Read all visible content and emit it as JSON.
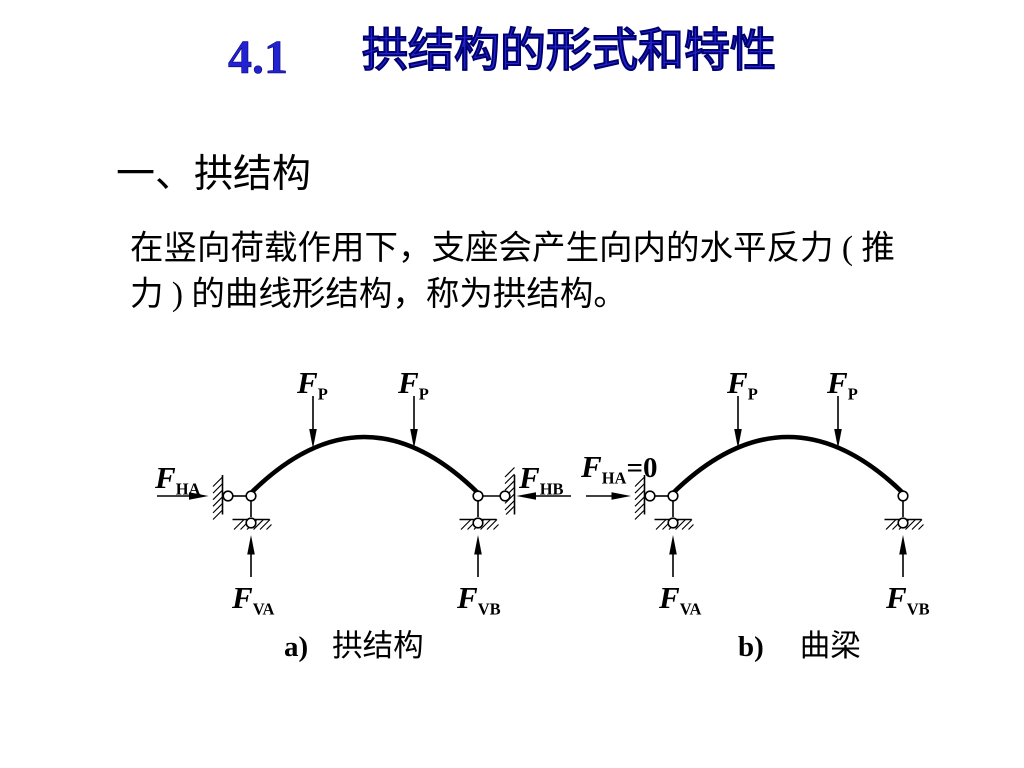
{
  "title": {
    "number": "4.1",
    "text": "拱结构的形式和特性"
  },
  "heading": "一、拱结构",
  "body": {
    "line1": "在竖向荷载作用下，支座会产生向内的水平反力 ( 推",
    "line2": "力 ) 的曲线形结构，称为拱结构。"
  },
  "figure": {
    "a": {
      "caption_letter": "a)",
      "caption_text": "拱结构",
      "labels": {
        "fp_left": {
          "main": "F",
          "sub": "P"
        },
        "fp_right": {
          "main": "F",
          "sub": "P"
        },
        "fha": {
          "main": "F",
          "sub": "HA"
        },
        "fhb": {
          "main": "F",
          "sub": "HB"
        },
        "fva": {
          "main": "F",
          "sub": "VA"
        },
        "fvb": {
          "main": "F",
          "sub": "VB"
        }
      }
    },
    "b": {
      "caption_letter": "b)",
      "caption_text": "曲梁",
      "labels": {
        "fha": {
          "main": "F",
          "sub": "HA",
          "suffix": "=0"
        },
        "fp_left": {
          "main": "F",
          "sub": "P"
        },
        "fp_right": {
          "main": "F",
          "sub": "P"
        },
        "fva": {
          "main": "F",
          "sub": "VA"
        },
        "fvb": {
          "main": "F",
          "sub": "VB"
        }
      }
    }
  },
  "colors": {
    "title": "#2222cc",
    "ink": "#000000",
    "background": "#ffffff"
  }
}
